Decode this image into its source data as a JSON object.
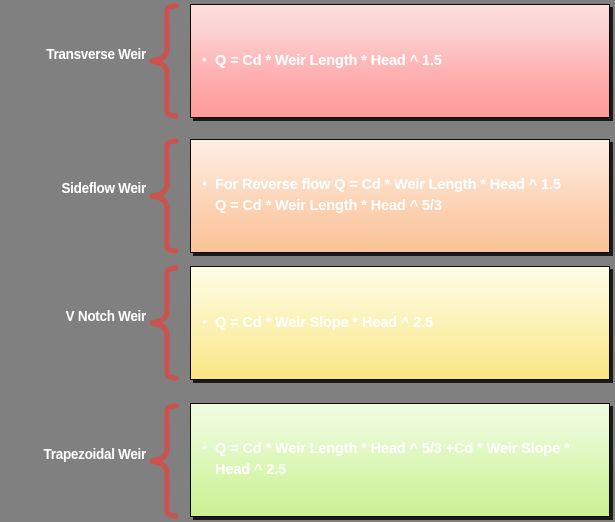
{
  "slide": {
    "background_color": "#808080",
    "brace_color": "#c9534f",
    "text_color": "#ffffff",
    "border_color": "#0a0a0a"
  },
  "rows": [
    {
      "label": "Transverse Weir",
      "accent_start": "#fdddde",
      "accent_end": "#ff9a9a",
      "lines": [
        {
          "type": "bullet",
          "text": "Q = Cd * Weir Length  * Head ^ 1.5"
        }
      ]
    },
    {
      "label": "Sideflow Weir",
      "accent_start": "#fdeee3",
      "accent_end": "#fbc398",
      "lines": [
        {
          "type": "bullet",
          "text": "For Reverse flow Q = Cd * Weir Length  * Head ^ 1.5"
        },
        {
          "type": "cont",
          "text": "Q = Cd * Weir Length  * Head ^ 5/3"
        }
      ]
    },
    {
      "label": "V Notch Weir",
      "accent_start": "#fefce6",
      "accent_end": "#f9e684",
      "lines": [
        {
          "type": "bullet",
          "text": "Q = Cd * Weir Slope * Head ^ 2.5"
        }
      ]
    },
    {
      "label": "Trapezoidal Weir",
      "accent_start": "#f1fce1",
      "accent_end": "#caf193",
      "lines": [
        {
          "type": "bullet",
          "text": "Q = Cd * Weir Length  * Head ^ 5/3 +Cd * Weir Slope * Head ^ 2.5"
        }
      ]
    }
  ]
}
